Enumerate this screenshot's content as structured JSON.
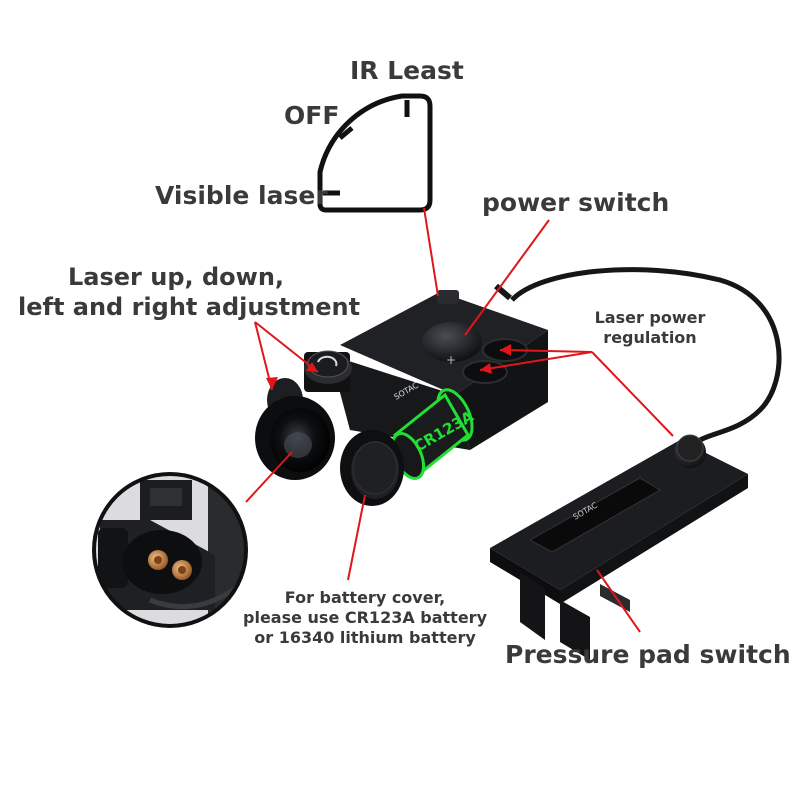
{
  "mode_dial": {
    "ir_least": "IR Least",
    "off": "OFF",
    "visible_laser": "Visible laser"
  },
  "labels": {
    "power_switch": "power switch",
    "adjustment_line1": "Laser up, down,",
    "adjustment_line2": "left and right adjustment",
    "power_regulation_line1": "Laser power",
    "power_regulation_line2": "regulation",
    "battery_line1": "For battery cover,",
    "battery_line2": "please use CR123A battery",
    "battery_line3": "or 16340 lithium battery",
    "pressure_pad": "Pressure pad switch"
  },
  "device": {
    "battery_label": "CR123A",
    "brand": "SOTAC",
    "plus_sign": "+"
  },
  "colors": {
    "label_text": "#3a3a3a",
    "callout_red": "#e0161b",
    "battery_green": "#22e033",
    "device_body": "#17181a",
    "copper": "#c9874a"
  }
}
